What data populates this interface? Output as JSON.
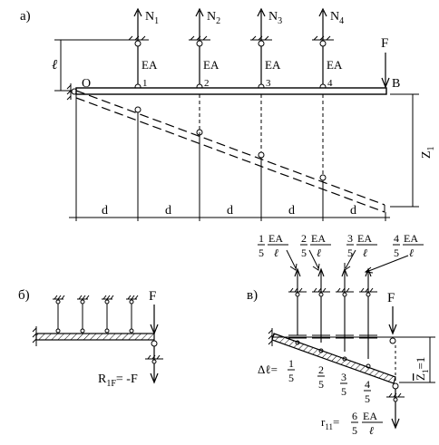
{
  "panel_a": {
    "label": "а)",
    "rods": [
      {
        "force": "N",
        "sub": "1",
        "stiffness": "EA",
        "node": "1"
      },
      {
        "force": "N",
        "sub": "2",
        "stiffness": "EA",
        "node": "2"
      },
      {
        "force": "N",
        "sub": "3",
        "stiffness": "EA",
        "node": "3"
      },
      {
        "force": "N",
        "sub": "4",
        "stiffness": "EA",
        "node": "4"
      }
    ],
    "point_o": "O",
    "point_b": "B",
    "load": "F",
    "length_label": "ℓ",
    "span": "d",
    "displacement": "Z",
    "displacement_sub": "1"
  },
  "panel_b": {
    "label": "б)",
    "load": "F",
    "reaction": "R",
    "reaction_sub": "1F",
    "reaction_value": "= -F"
  },
  "panel_v": {
    "label": "в)",
    "load": "F",
    "top_forces": [
      {
        "num": "1",
        "den": "5",
        "unit": "EA",
        "unit_den": "ℓ"
      },
      {
        "num": "2",
        "den": "5",
        "unit": "EA",
        "unit_den": "ℓ"
      },
      {
        "num": "3",
        "den": "5",
        "unit": "EA",
        "unit_den": "ℓ"
      },
      {
        "num": "4",
        "den": "5",
        "unit": "EA",
        "unit_den": "ℓ"
      }
    ],
    "delta_prefix": "Δℓ=",
    "deltas": [
      {
        "num": "1",
        "den": "5"
      },
      {
        "num": "2",
        "den": "5"
      },
      {
        "num": "3",
        "den": "5"
      },
      {
        "num": "4",
        "den": "5"
      }
    ],
    "unit_disp": "Z",
    "unit_disp_sub": "1",
    "unit_disp_value": "=1",
    "reaction": "r",
    "reaction_sub": "11",
    "reaction_eq": "=",
    "reaction_num": "6",
    "reaction_den": "5",
    "reaction_unit": "EA",
    "reaction_unit_den": "ℓ"
  }
}
